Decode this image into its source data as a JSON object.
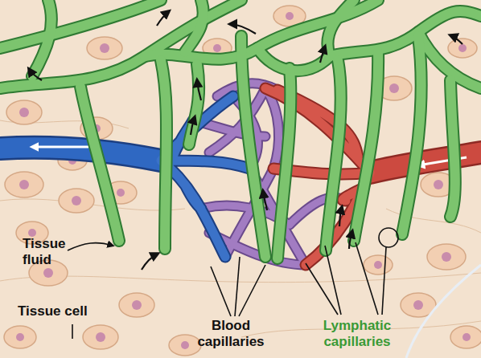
{
  "diagram": {
    "labels": [
      "Tissue fluid",
      "Tissue cell",
      "Blood capillaries",
      "Lymphatic capillaries"
    ]
  }
}
